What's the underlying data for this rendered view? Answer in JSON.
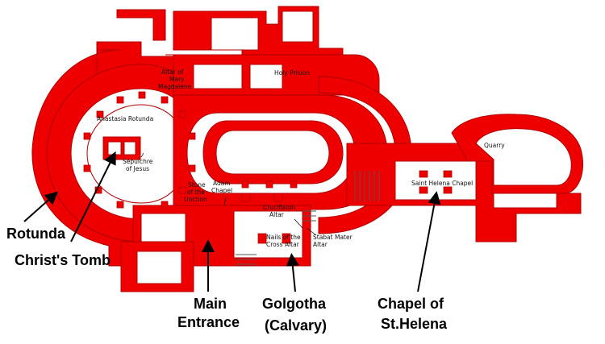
{
  "labels": {
    "anastasia_rotunda": "Anastasia Rotunda",
    "altar_mary_1": "Altar of",
    "altar_mary_2": "Mary",
    "altar_mary_3": "Magdalene",
    "holy_prision": "Holy Prision",
    "sepulchre_1": "Sepulchre",
    "sepulchre_2": "of Jesus",
    "stone_1": "Stone",
    "stone_2": "of the",
    "stone_3": "Unction",
    "adam_1": "Adam",
    "adam_2": "Chapel",
    "crucifixion_1": "Crucifixion",
    "crucifixion_2": "Altar",
    "stabat_1": "Stabat Mater",
    "stabat_2": "Altar",
    "nails_1": "Nails of the",
    "nails_2": "Cross Altar",
    "saint_helena_chapel": "Saint Helena Chapel",
    "quarry": "Quarry"
  },
  "callouts": {
    "rotunda": "Rotunda",
    "christs_tomb": "Christ's Tomb",
    "main_entrance_1": "Main",
    "main_entrance_2": "Entrance",
    "golgotha_1": "Golgotha",
    "golgotha_2": "(Calvary)",
    "chapel_helena_1": "Chapel of",
    "chapel_helena_2": "St.Helena"
  },
  "colors": {
    "wall": "#ee0000",
    "background": "#ffffff"
  }
}
